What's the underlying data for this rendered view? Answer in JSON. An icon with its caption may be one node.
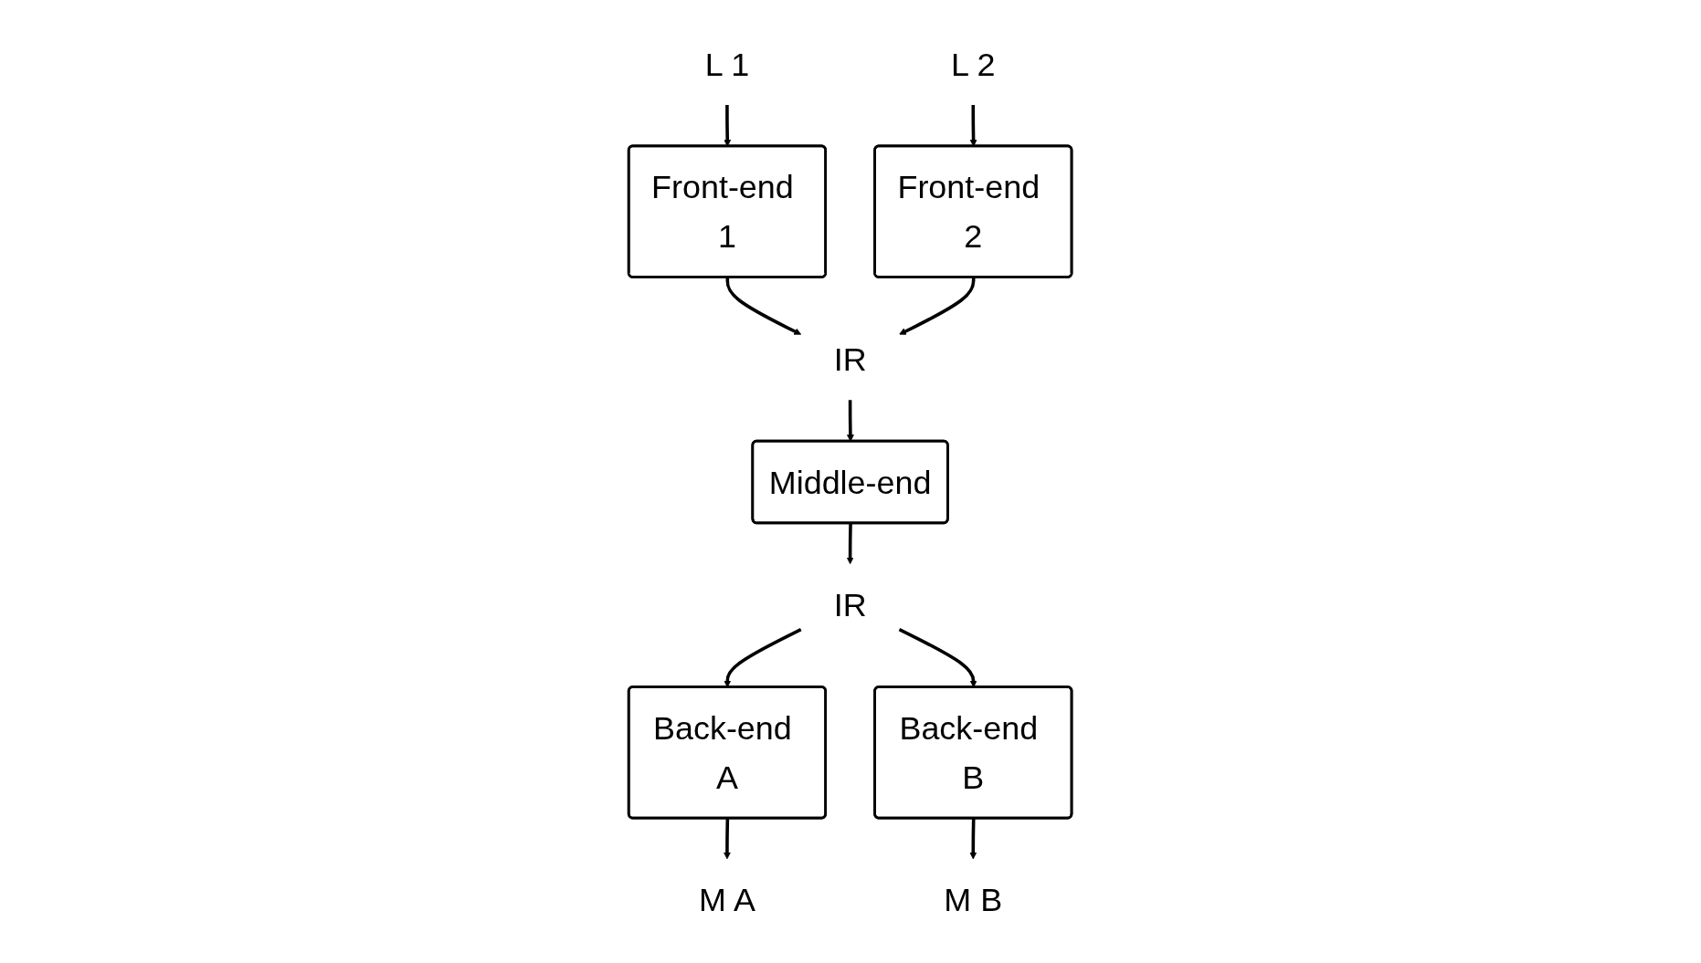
{
  "diagram": {
    "nodes": [
      {
        "text": [
          "L 1"
        ]
      },
      {
        "text": [
          "L 2"
        ]
      },
      {
        "text": [
          "Front-end 1"
        ]
      },
      {
        "text": [
          "Front-end 2"
        ]
      },
      {
        "text": [
          "IR"
        ]
      },
      {
        "text": [
          "Middle-end"
        ]
      },
      {
        "text": [
          "IR"
        ]
      },
      {
        "text": [
          "Back-end A"
        ]
      },
      {
        "text": [
          "Back-end B"
        ]
      },
      {
        "text": [
          "M A"
        ]
      },
      {
        "text": [
          "M B"
        ]
      }
    ],
    "edges": [
      {
        "from": 0,
        "to": 2,
        "arrow": "to"
      },
      {
        "from": 1,
        "to": 3,
        "arrow": "to"
      },
      {
        "from": 2,
        "to": 4,
        "arrow": "to"
      },
      {
        "from": 3,
        "to": 4,
        "arrow": "to"
      },
      {
        "from": 4,
        "to": 5,
        "arrow": "to"
      },
      {
        "from": 5,
        "to": 6,
        "arrow": "to"
      },
      {
        "from": 6,
        "to": 7,
        "arrow": "to"
      },
      {
        "from": 6,
        "to": 8,
        "arrow": "to"
      },
      {
        "from": 7,
        "to": 9,
        "arrow": "to"
      },
      {
        "from": 8,
        "to": 10,
        "arrow": "to"
      }
    ]
  }
}
